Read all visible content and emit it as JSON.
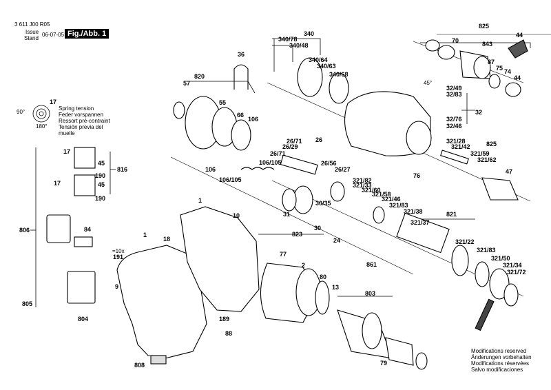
{
  "header": {
    "code": "3 611 J00 R05",
    "issue_label": "Issue",
    "stand_label": "Stand",
    "date": "06-07-05",
    "figure": "Fig./Abb. 1"
  },
  "spring_note": {
    "lines": [
      "Spring tension",
      "Feder vorspannen",
      "Ressort pré-contraint",
      "Tensión previa del",
      "muelle"
    ],
    "part": "17",
    "angle_a": "90°",
    "angle_b": "180°"
  },
  "notice": {
    "lines": [
      "Modifications reserved",
      "Änderungen vorbehalten",
      "Modifications réservées",
      "Salvo modificaciones"
    ]
  },
  "angle_45": "45°",
  "x10": "=10x",
  "labels": {
    "l1": "340/78",
    "l2": "340",
    "l3": "340/48",
    "l4": "340/64",
    "l5": "340/63",
    "l6": "340/68",
    "l7": "825",
    "l8": "843",
    "l9": "70",
    "l10": "44",
    "l11": "87",
    "l12": "75",
    "l13": "74",
    "l14": "44",
    "l15": "32/49",
    "l16": "32/83",
    "l17": "32",
    "l18": "32/76",
    "l19": "32/46",
    "l20": "820",
    "l21": "57",
    "l22": "55",
    "l23": "36",
    "l24": "66",
    "l25": "106",
    "l26": "106/105",
    "l27": "106",
    "l28": "106/105",
    "l29": "26/71",
    "l30": "26/29",
    "l31": "26/71",
    "l32": "26",
    "l33": "26/56",
    "l34": "26/27",
    "l35": "321/28",
    "l36": "321/42",
    "l37": "825",
    "l38": "321/59",
    "l39": "321/62",
    "l40": "47",
    "l41": "76",
    "l42": "321/82",
    "l43": "321/33",
    "l44": "321/60",
    "l45": "321/58",
    "l46": "321/46",
    "l47": "321/83",
    "l48": "321/38",
    "l49": "321/37",
    "l50": "821",
    "l51": "17",
    "l52": "45",
    "l53": "816",
    "l54": "17",
    "l55": "190",
    "l56": "45",
    "l57": "190",
    "l58": "806",
    "l59": "84",
    "l60": "805",
    "l61": "804",
    "l62": "1",
    "l63": "10",
    "l64": "18",
    "l65": "1",
    "l66": "191",
    "l67": "9",
    "l68": "808",
    "l69": "30/35",
    "l70": "31",
    "l71": "30",
    "l72": "823",
    "l73": "24",
    "l74": "861",
    "l75": "77",
    "l76": "2",
    "l77": "80",
    "l78": "13",
    "l79": "803",
    "l80": "189",
    "l81": "88",
    "l82": "79",
    "l83": "321/22",
    "l84": "321/83",
    "l85": "321/50",
    "l86": "321/34",
    "l87": "321/72"
  }
}
